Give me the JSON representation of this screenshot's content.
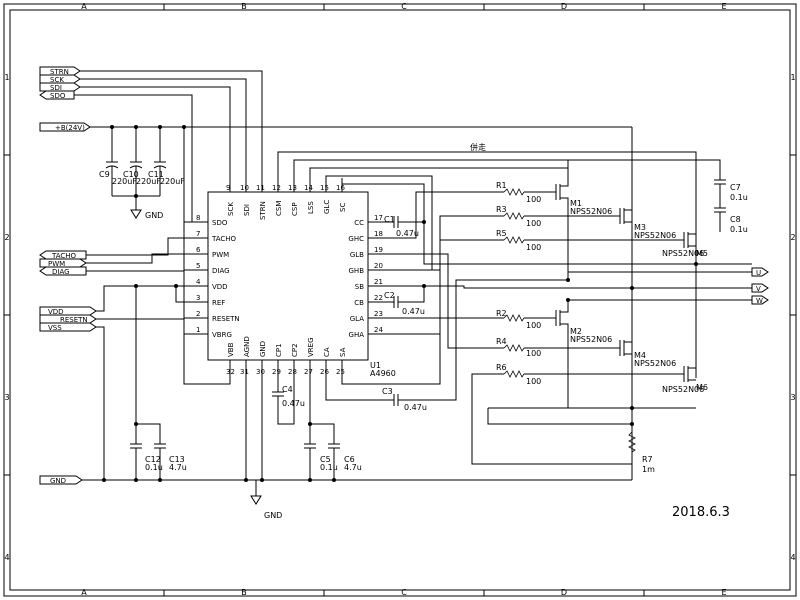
{
  "sheet": {
    "col_labels": [
      "A",
      "B",
      "C",
      "D",
      "E"
    ],
    "row_labels": [
      "1",
      "2",
      "3",
      "4"
    ],
    "date": "2018.6.3",
    "note": "併走"
  },
  "ports": {
    "left_top": [
      "STRN",
      "SCK",
      "SDI",
      "SDO"
    ],
    "supply": "+B(24V)",
    "left_mid": [
      "TACHO",
      "PWM",
      "DIAG"
    ],
    "left_low": [
      "VDD",
      "RESETN",
      "VSS"
    ],
    "gnd_port": "GND",
    "right": [
      "U",
      "V",
      "W"
    ]
  },
  "ic": {
    "ref": "U1",
    "part": "A4960",
    "top_pins": [
      {
        "num": "9",
        "name": "SCK"
      },
      {
        "num": "10",
        "name": "SDI"
      },
      {
        "num": "11",
        "name": "STRN"
      },
      {
        "num": "12",
        "name": "CSM"
      },
      {
        "num": "13",
        "name": "CSP"
      },
      {
        "num": "14",
        "name": "LSS"
      },
      {
        "num": "15",
        "name": "GLC"
      },
      {
        "num": "16",
        "name": "SC"
      }
    ],
    "left_pins": [
      {
        "num": "8",
        "name": "SDO"
      },
      {
        "num": "7",
        "name": "TACHO"
      },
      {
        "num": "6",
        "name": "PWM"
      },
      {
        "num": "5",
        "name": "DIAG"
      },
      {
        "num": "4",
        "name": "VDD"
      },
      {
        "num": "3",
        "name": "REF"
      },
      {
        "num": "2",
        "name": "RESETN"
      },
      {
        "num": "1",
        "name": "VBRG"
      }
    ],
    "right_pins": [
      {
        "num": "17",
        "name": "CC"
      },
      {
        "num": "18",
        "name": "GHC"
      },
      {
        "num": "19",
        "name": "GLB"
      },
      {
        "num": "20",
        "name": "GHB"
      },
      {
        "num": "21",
        "name": "SB"
      },
      {
        "num": "22",
        "name": "CB"
      },
      {
        "num": "23",
        "name": "GLA"
      },
      {
        "num": "24",
        "name": "GHA"
      }
    ],
    "bottom_pins": [
      {
        "num": "32",
        "name": "VBB"
      },
      {
        "num": "31",
        "name": "AGND"
      },
      {
        "num": "30",
        "name": "GND"
      },
      {
        "num": "29",
        "name": "CP1"
      },
      {
        "num": "28",
        "name": "CP2"
      },
      {
        "num": "27",
        "name": "VREG"
      },
      {
        "num": "26",
        "name": "CA"
      },
      {
        "num": "25",
        "name": "SA"
      }
    ]
  },
  "components": {
    "c9": {
      "ref": "C9",
      "value": "220uF"
    },
    "c10": {
      "ref": "C10",
      "value": "220uF"
    },
    "c11": {
      "ref": "C11",
      "value": "220uF"
    },
    "gnd_a": "GND",
    "c1": {
      "ref": "C1",
      "value": "0.47u"
    },
    "c2": {
      "ref": "C2",
      "value": "0.47u"
    },
    "c3": {
      "ref": "C3",
      "value": "0.47u"
    },
    "c4": {
      "ref": "C4",
      "value": "0.47u"
    },
    "c5": {
      "ref": "C5",
      "value": "0.1u"
    },
    "c6": {
      "ref": "C6",
      "value": "4.7u"
    },
    "c7": {
      "ref": "C7",
      "value": "0.1u"
    },
    "c8": {
      "ref": "C8",
      "value": "0.1u"
    },
    "c12": {
      "ref": "C12",
      "value": "0.1u"
    },
    "c13": {
      "ref": "C13",
      "value": "4.7u"
    },
    "r1": {
      "ref": "R1",
      "value": "100"
    },
    "r2": {
      "ref": "R2",
      "value": "100"
    },
    "r3": {
      "ref": "R3",
      "value": "100"
    },
    "r4": {
      "ref": "R4",
      "value": "100"
    },
    "r5": {
      "ref": "R5",
      "value": "100"
    },
    "r6": {
      "ref": "R6",
      "value": "100"
    },
    "r7": {
      "ref": "R7",
      "value": "1m"
    },
    "m1": {
      "ref": "M1",
      "part": "NPS52N06"
    },
    "m2": {
      "ref": "M2",
      "part": "NPS52N06"
    },
    "m3": {
      "ref": "M3",
      "part": "NPS52N06"
    },
    "m4": {
      "ref": "M4",
      "part": "NPS52N06"
    },
    "m5": {
      "ref": "M5",
      "part": "NPS52N06"
    },
    "m6": {
      "ref": "M6",
      "part": "NPS52N06"
    },
    "gnd_b": "GND"
  }
}
